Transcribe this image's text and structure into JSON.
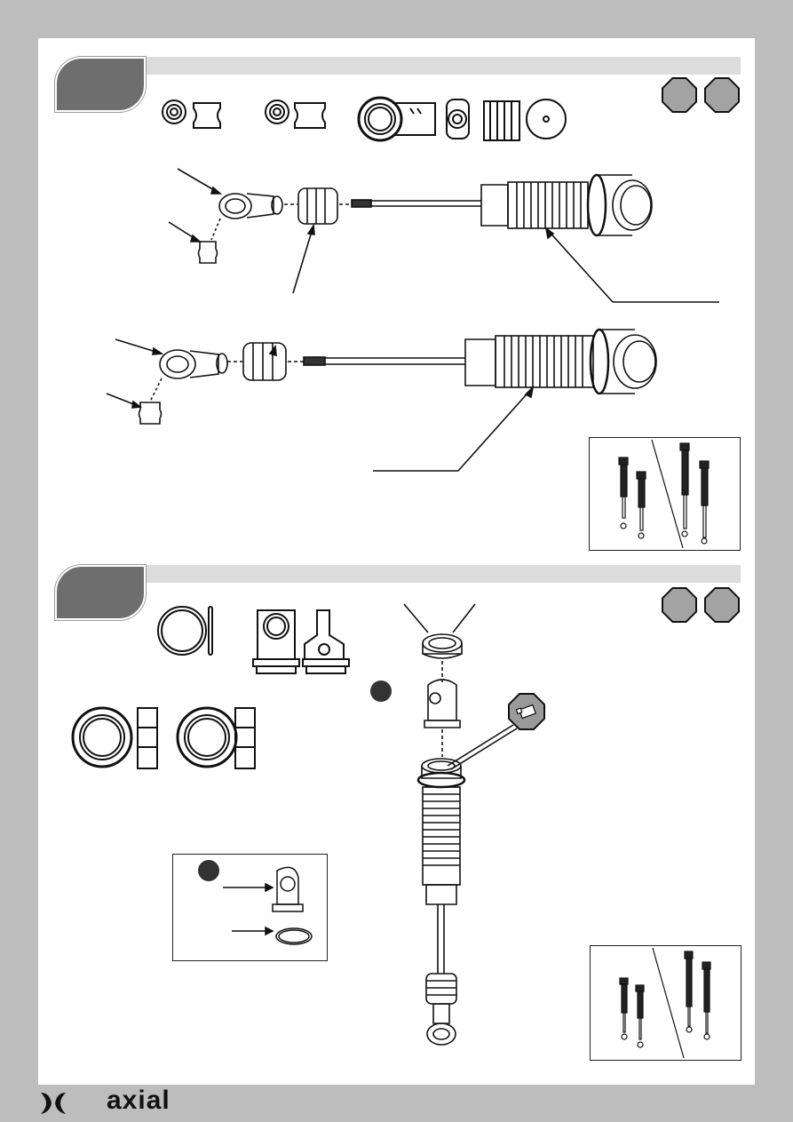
{
  "brand": {
    "logo_text": "axial"
  },
  "sections": [
    {
      "id": "step-1",
      "step_number": "",
      "title": ""
    },
    {
      "id": "step-2",
      "step_number": "",
      "title": ""
    }
  ],
  "colors": {
    "page_background": "#ffffff",
    "margin_background": "#bdbdbd",
    "step_tab": "#6e6e6e",
    "header_bar": "#dcdcdc",
    "octagon_fill": "#a3a3a3",
    "line_art": "#111111"
  }
}
